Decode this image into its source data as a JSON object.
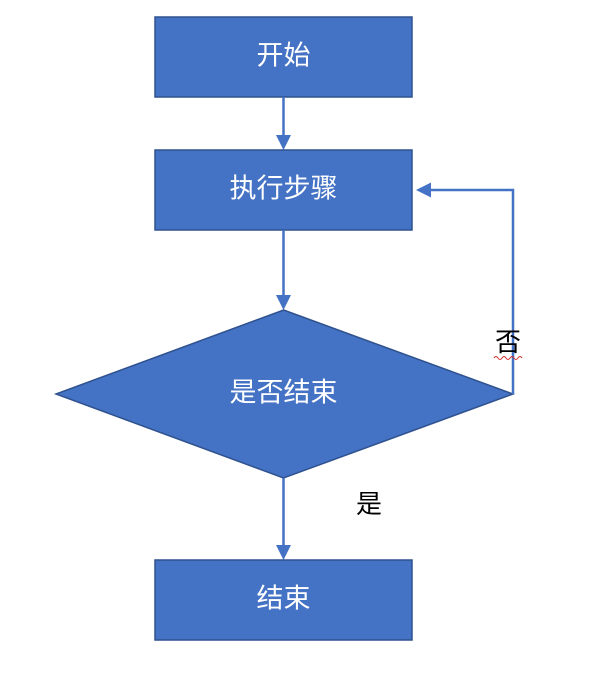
{
  "nodes": {
    "start": "开始",
    "step": "执行步骤",
    "decision": "是否结束",
    "end": "结束"
  },
  "edges": {
    "no_label": "否",
    "yes_label": "是"
  },
  "colors": {
    "node_fill": "#4472C4",
    "node_stroke": "#2F528F",
    "node_text": "#ffffff",
    "edge": "#4472C4",
    "label_text": "#000000"
  }
}
